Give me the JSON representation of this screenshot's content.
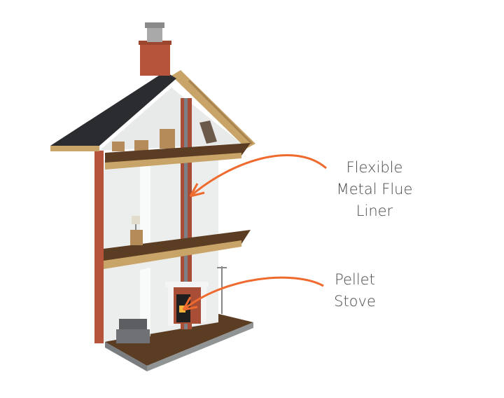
{
  "labels": {
    "flue_liner": [
      "Flexible",
      "Metal Flue",
      "Liner"
    ],
    "pellet_stove": [
      "Pellet",
      "Stove"
    ]
  },
  "colors": {
    "arrow": "#ef6a2e",
    "brick": "#b5543a",
    "roof": "#2a2c30",
    "wood_floor": "#5b3d24",
    "timber": "#c9a468",
    "wall": "#eceeee",
    "text": "#4a4a4a"
  }
}
